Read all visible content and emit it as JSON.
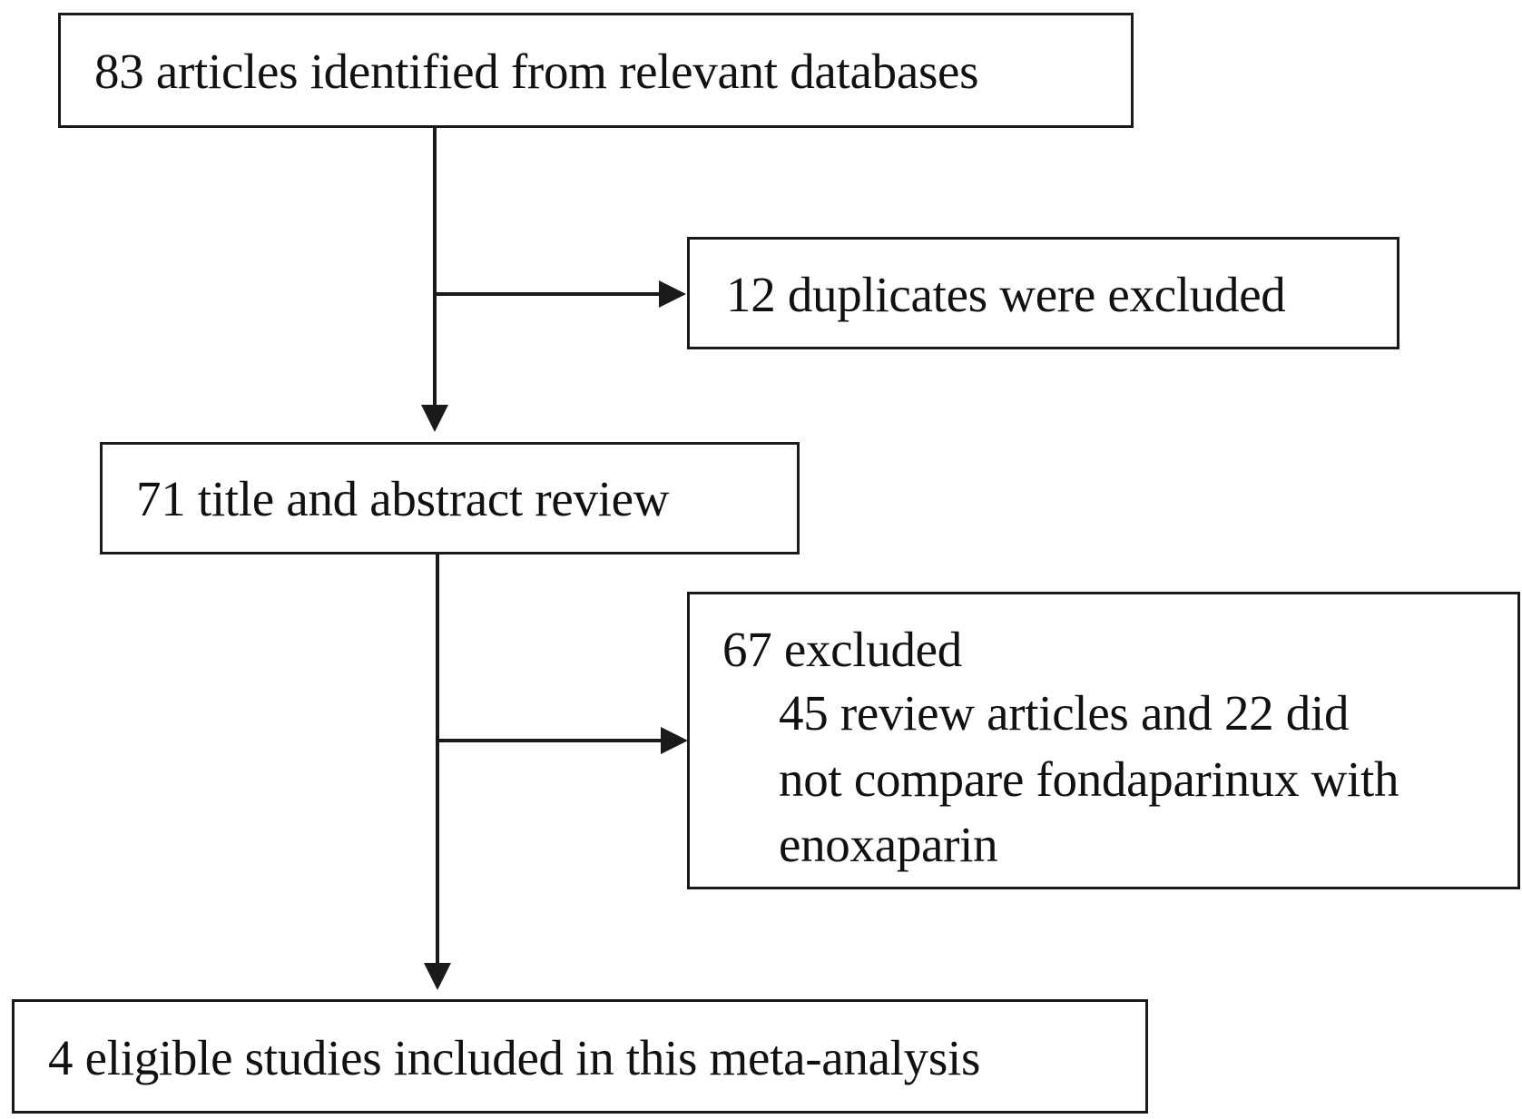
{
  "flow": {
    "identified": "83 articles identified from relevant databases",
    "duplicates": "12 duplicates were excluded",
    "screened": "71 title and abstract review",
    "excluded": {
      "heading": "67 excluded",
      "lines": [
        "45 review articles and 22 did",
        "not compare fondaparinux with",
        "enoxaparin"
      ]
    },
    "included": "4 eligible studies included in this meta-analysis"
  }
}
